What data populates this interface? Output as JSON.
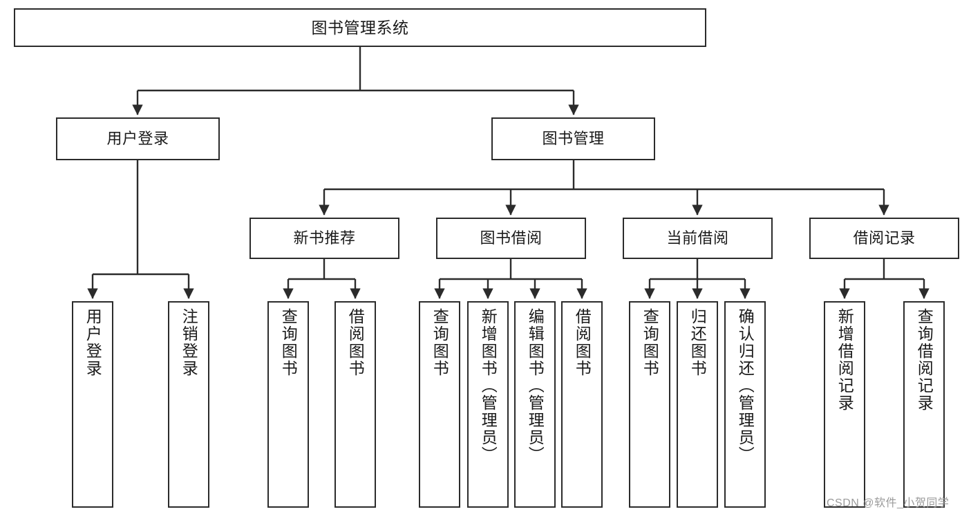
{
  "diagram": {
    "type": "hierarchy-tree",
    "title": "图书管理系统",
    "orientation": "top-down",
    "levels": 4,
    "colors": {
      "box_border": "#2b2b2b",
      "box_fill": "#ffffff",
      "edge": "#2b2b2b",
      "text": "#1a1a1a",
      "watermark": "#9a9a9a",
      "background": "#ffffff"
    }
  },
  "nodes": {
    "root": {
      "label": "图书管理系统"
    },
    "level2": [
      {
        "label": "用户登录"
      },
      {
        "label": "图书管理"
      }
    ],
    "level3": [
      {
        "label": "新书推荐"
      },
      {
        "label": "图书借阅"
      },
      {
        "label": "当前借阅"
      },
      {
        "label": "借阅记录"
      }
    ],
    "leaves": {
      "user_login": [
        {
          "label": "用户登录"
        },
        {
          "label": "注销登录"
        }
      ],
      "new_book_recommend": [
        {
          "label": "查询图书"
        },
        {
          "label": "借阅图书"
        }
      ],
      "book_borrow": [
        {
          "label": "查询图书"
        },
        {
          "label": "新增图书（管理员）"
        },
        {
          "label": "编辑图书（管理员）"
        },
        {
          "label": "借阅图书"
        }
      ],
      "current_borrow": [
        {
          "label": "查询图书"
        },
        {
          "label": "归还图书"
        },
        {
          "label": "确认归还（管理员）"
        }
      ],
      "borrow_record": [
        {
          "label": "新增借阅记录"
        },
        {
          "label": "查询借阅记录"
        }
      ]
    }
  },
  "watermark": {
    "text": "CSDN @软件_小贺同学"
  }
}
